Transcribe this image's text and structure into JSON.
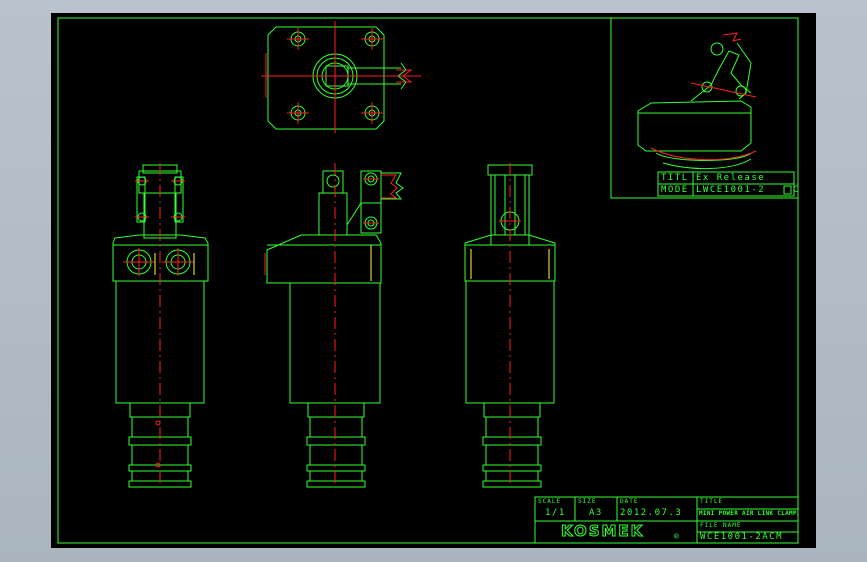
{
  "colors": {
    "outline": "#33ff33",
    "centerline": "#ff2020",
    "hole": "#ffff33",
    "background": "#000000"
  },
  "inset": {
    "title_label": "TITL",
    "title_value": "Ex Release",
    "model_label": "MODE",
    "model_value": "LWCE1001-2",
    "model_suffix": "C"
  },
  "title_block": {
    "scale_label": "SCALE",
    "scale_value": "1/1",
    "size_label": "SIZE",
    "size_value": "A3",
    "date_label": "DATE",
    "date_value": "2012.07.3",
    "title_label": "TITLE",
    "title_value": "MINI POWER AIR LINK CLAMP",
    "filename_label": "FILE NAME",
    "filename_value": "WCE1001-2ACM",
    "logo": "KOSMEK",
    "logo_mark": "®"
  }
}
